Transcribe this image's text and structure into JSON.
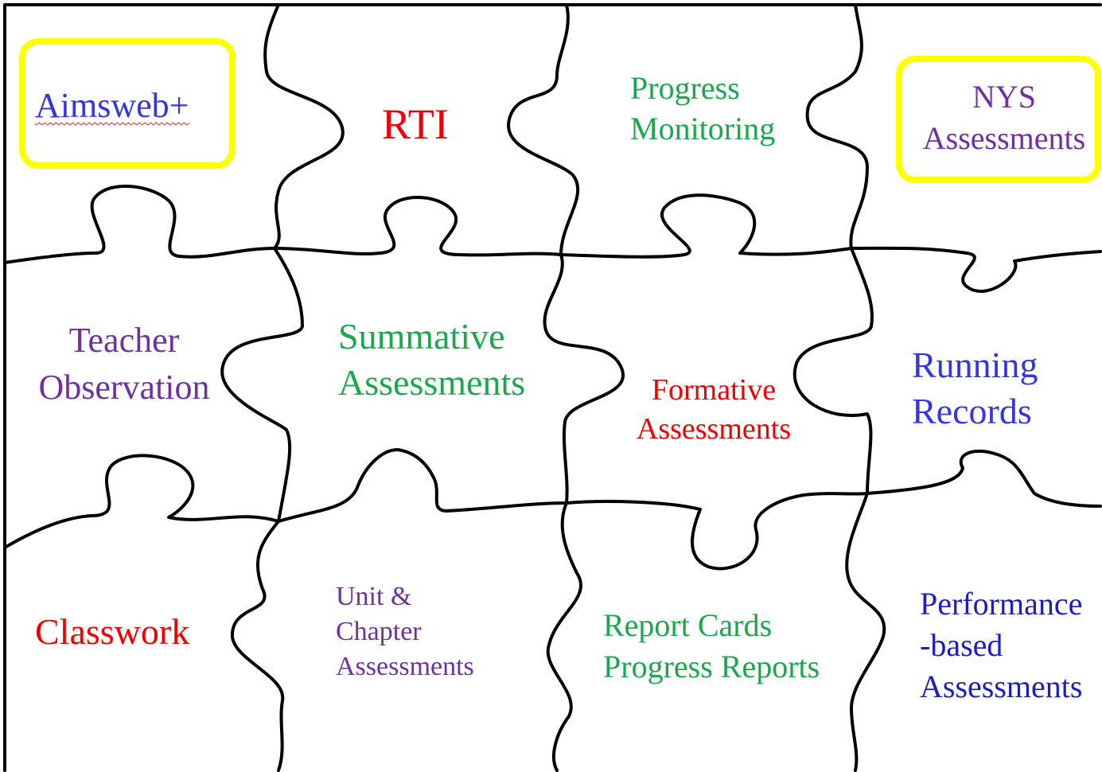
{
  "colors": {
    "red": "#f00000",
    "green": "#1aa84c",
    "purple": "#7030a0",
    "blue": "#3535e6",
    "navy": "#1c1cc8",
    "highlight": "#ffff00",
    "outline": "#000000"
  },
  "pieces": [
    {
      "id": "aimsweb",
      "lines": [
        "Aimsweb+"
      ],
      "color": "blue",
      "highlighted": true
    },
    {
      "id": "rti",
      "lines": [
        "RTI"
      ],
      "color": "red",
      "highlighted": false
    },
    {
      "id": "progress-monitoring",
      "lines": [
        "Progress",
        "Monitoring"
      ],
      "color": "green",
      "highlighted": false
    },
    {
      "id": "nys-assessments",
      "lines": [
        "NYS",
        "Assessments"
      ],
      "color": "purple",
      "highlighted": true
    },
    {
      "id": "teacher-observation",
      "lines": [
        "Teacher",
        "Observation"
      ],
      "color": "purple",
      "highlighted": false
    },
    {
      "id": "summative-assessments",
      "lines": [
        "Summative",
        "Assessments"
      ],
      "color": "green",
      "highlighted": false
    },
    {
      "id": "formative-assessments",
      "lines": [
        "Formative",
        "Assessments"
      ],
      "color": "red",
      "highlighted": false
    },
    {
      "id": "running-records",
      "lines": [
        "Running",
        "Records"
      ],
      "color": "blue",
      "highlighted": false
    },
    {
      "id": "classwork",
      "lines": [
        "Classwork"
      ],
      "color": "red",
      "highlighted": false
    },
    {
      "id": "unit-chapter-assessments",
      "lines": [
        "Unit &",
        "Chapter",
        "Assessments"
      ],
      "color": "purple",
      "highlighted": false
    },
    {
      "id": "report-cards",
      "lines": [
        "Report Cards",
        "Progress Reports"
      ],
      "color": "green",
      "highlighted": false
    },
    {
      "id": "performance-based",
      "lines": [
        "Performance",
        "-based",
        "Assessments"
      ],
      "color": "navy",
      "highlighted": false
    }
  ]
}
